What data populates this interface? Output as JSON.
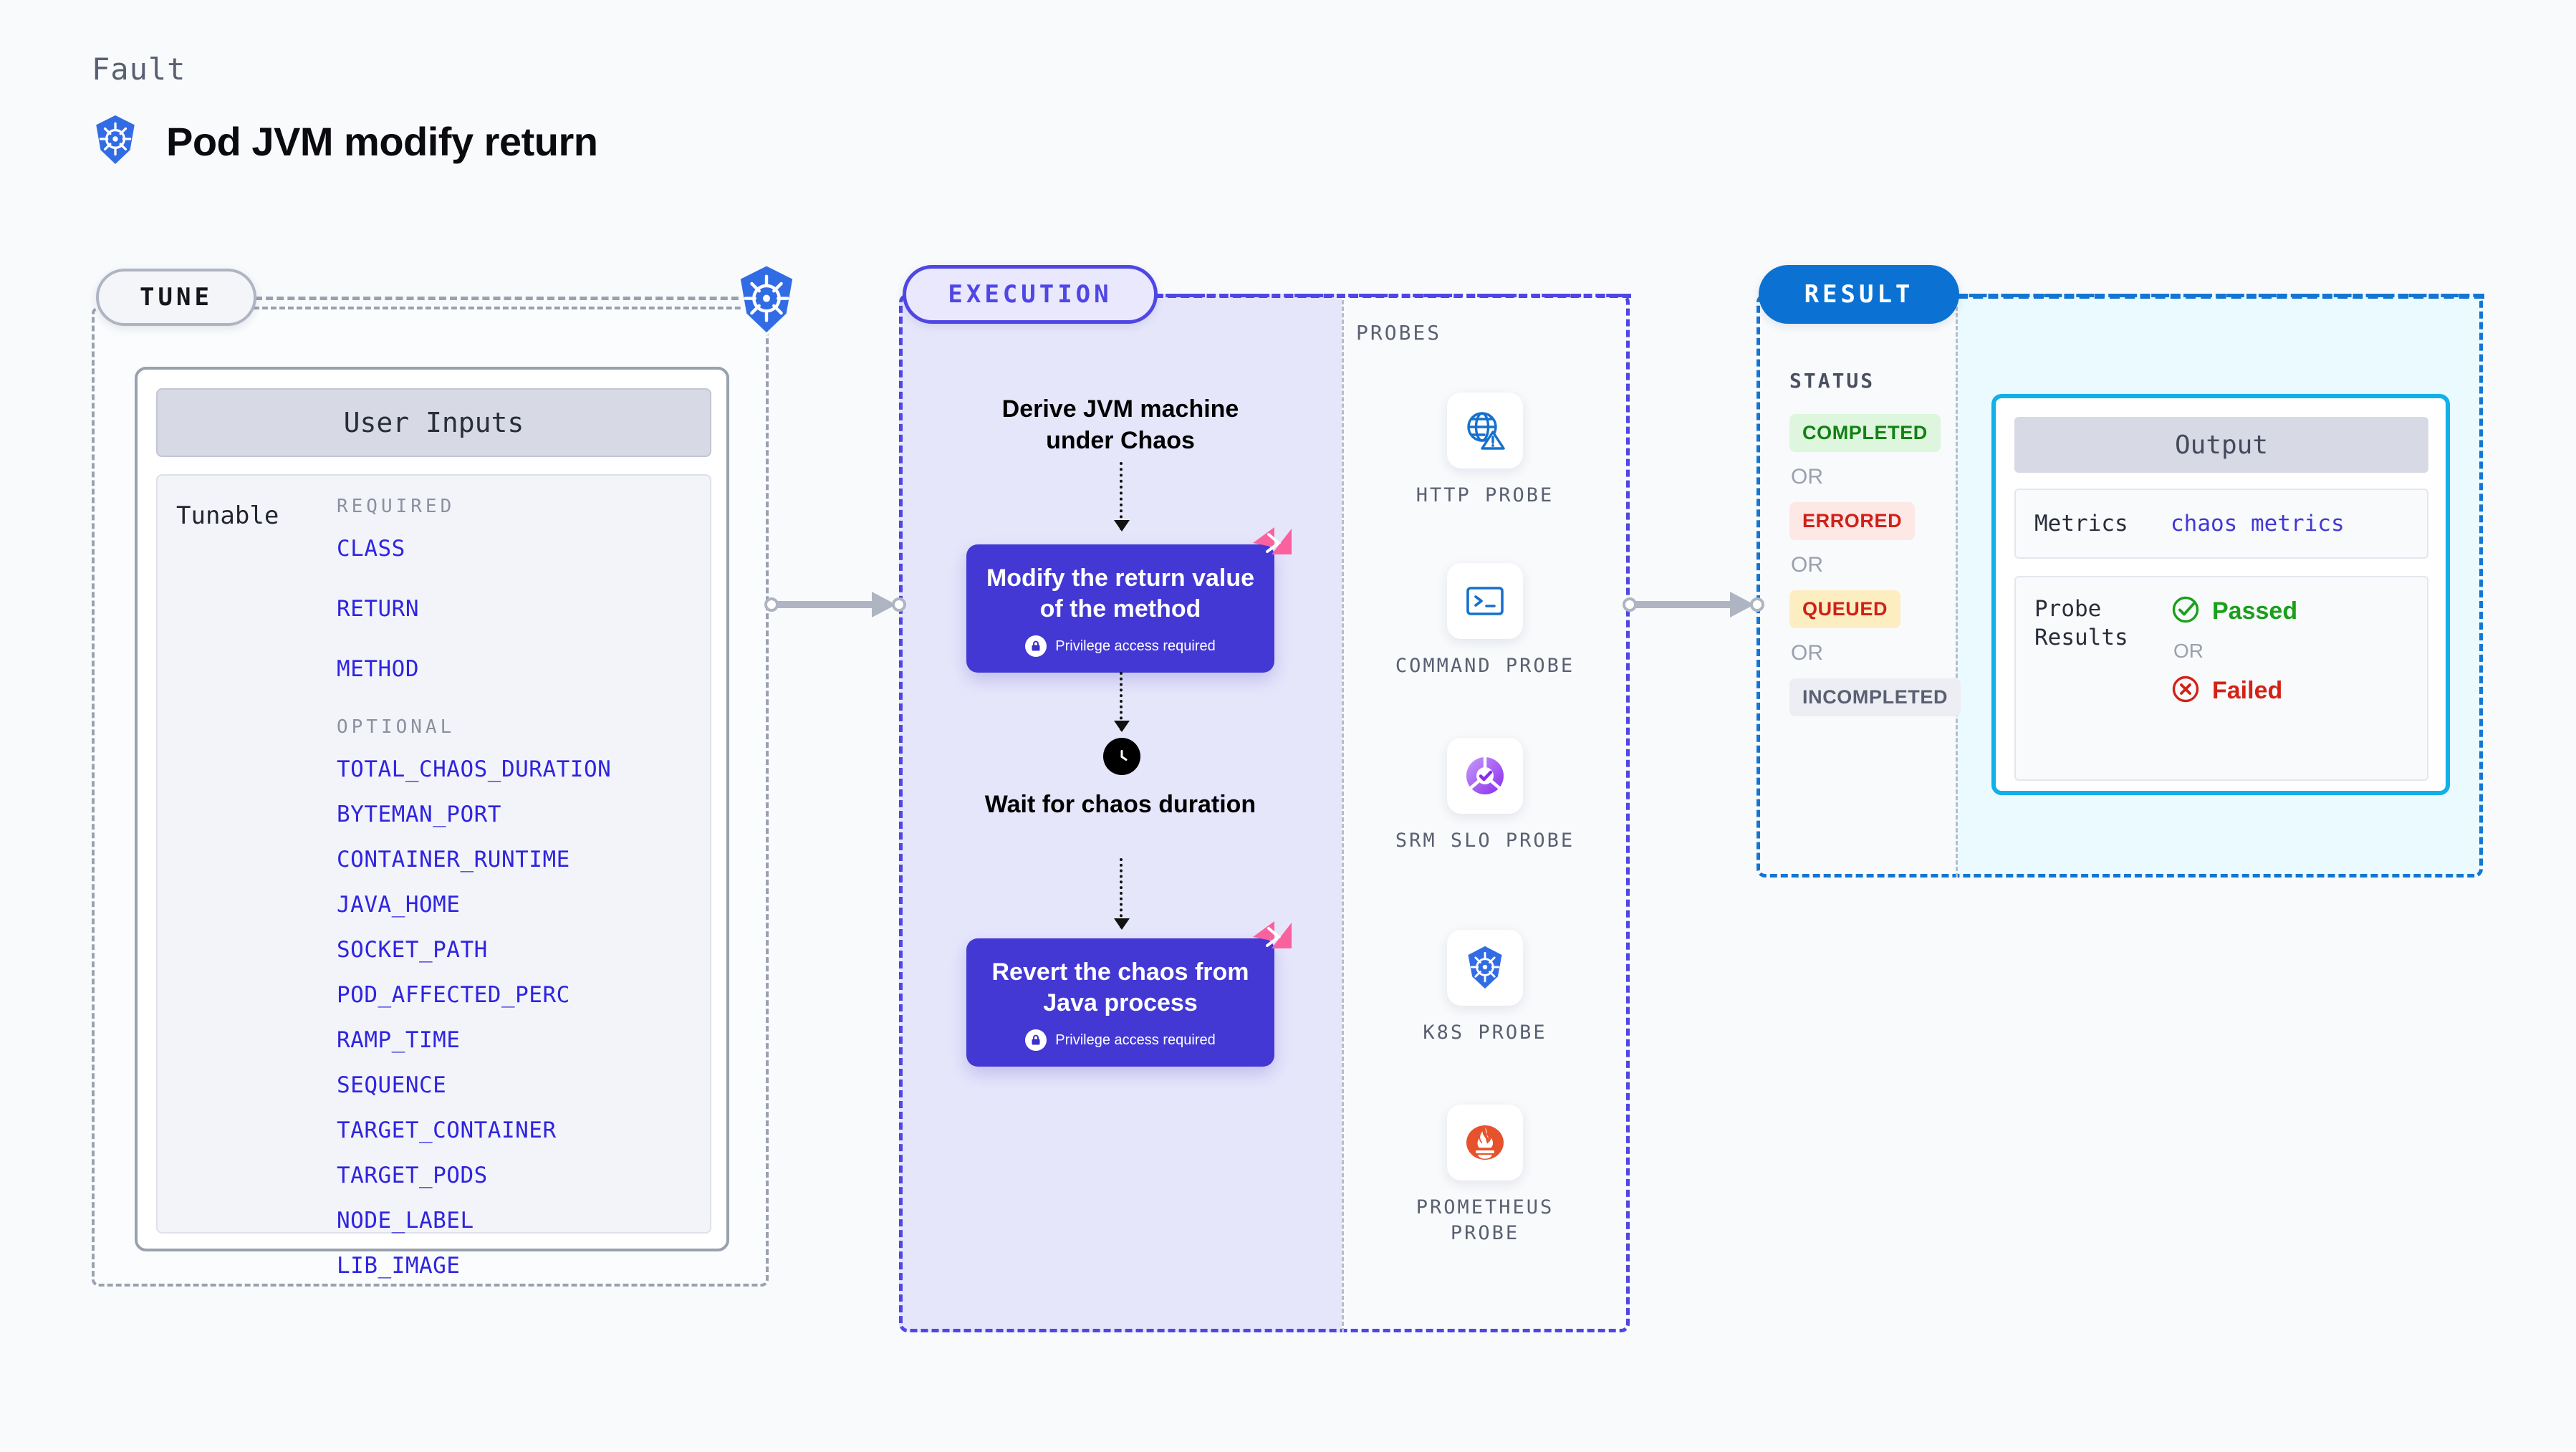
{
  "header": {
    "kicker": "Fault",
    "title": "Pod JVM modify return",
    "icon": "kubernetes-icon"
  },
  "tune": {
    "pill_label": "TUNE",
    "badge_icon": "kubernetes-icon",
    "user_inputs_title": "User Inputs",
    "tunable_label": "Tunable",
    "required_label": "REQUIRED",
    "optional_label": "OPTIONAL",
    "required": [
      "CLASS",
      "RETURN",
      "METHOD"
    ],
    "optional": [
      "TOTAL_CHAOS_DURATION",
      "BYTEMAN_PORT",
      "CONTAINER_RUNTIME",
      "JAVA_HOME",
      "SOCKET_PATH",
      "POD_AFFECTED_PERC",
      "RAMP_TIME",
      "SEQUENCE",
      "TARGET_CONTAINER",
      "TARGET_PODS",
      "NODE_LABEL",
      "LIB_IMAGE"
    ]
  },
  "execution": {
    "pill_label": "EXECUTION",
    "step1_text": "Derive JVM machine under Chaos",
    "node1_title": "Modify the return value of the method",
    "node1_sub": "Privilege access required",
    "wait_text": "Wait for chaos duration",
    "node2_title": "Revert the chaos from Java process",
    "node2_sub": "Privilege access required",
    "lock_icon": "lock-icon",
    "clock_icon": "clock-icon",
    "corner_badge_icon": "litmus-badge-icon"
  },
  "probes": {
    "section_label": "PROBES",
    "items": [
      {
        "label": "HTTP  PROBE",
        "icon": "globe-warning-icon"
      },
      {
        "label": "COMMAND PROBE",
        "icon": "terminal-icon"
      },
      {
        "label": "SRM  SLO PROBE",
        "icon": "slo-gauge-icon"
      },
      {
        "label": "K8S  PROBE",
        "icon": "kubernetes-icon"
      },
      {
        "label": "PROMETHEUS PROBE",
        "icon": "prometheus-icon"
      }
    ]
  },
  "result": {
    "pill_label": "RESULT",
    "status_label": "STATUS",
    "or_label": "OR",
    "statuses": [
      {
        "label": "COMPLETED",
        "kind": "completed"
      },
      {
        "label": "ERRORED",
        "kind": "errored"
      },
      {
        "label": "QUEUED",
        "kind": "queued"
      },
      {
        "label": "INCOMPLETED",
        "kind": "incomplete"
      }
    ],
    "output": {
      "title": "Output",
      "metrics_key": "Metrics",
      "metrics_value": "chaos metrics",
      "probe_results_key": "Probe Results",
      "passed_label": "Passed",
      "failed_label": "Failed",
      "or_label": "OR",
      "passed_icon": "check-circle-icon",
      "failed_icon": "x-circle-icon"
    }
  },
  "colors": {
    "accent_purple": "#4338d4",
    "accent_blue": "#0b72d4",
    "k8s_blue": "#326ce5",
    "cyan_border": "#12b0e8",
    "pink_badge": "#f9629f",
    "param_blue": "#2f24e0"
  }
}
